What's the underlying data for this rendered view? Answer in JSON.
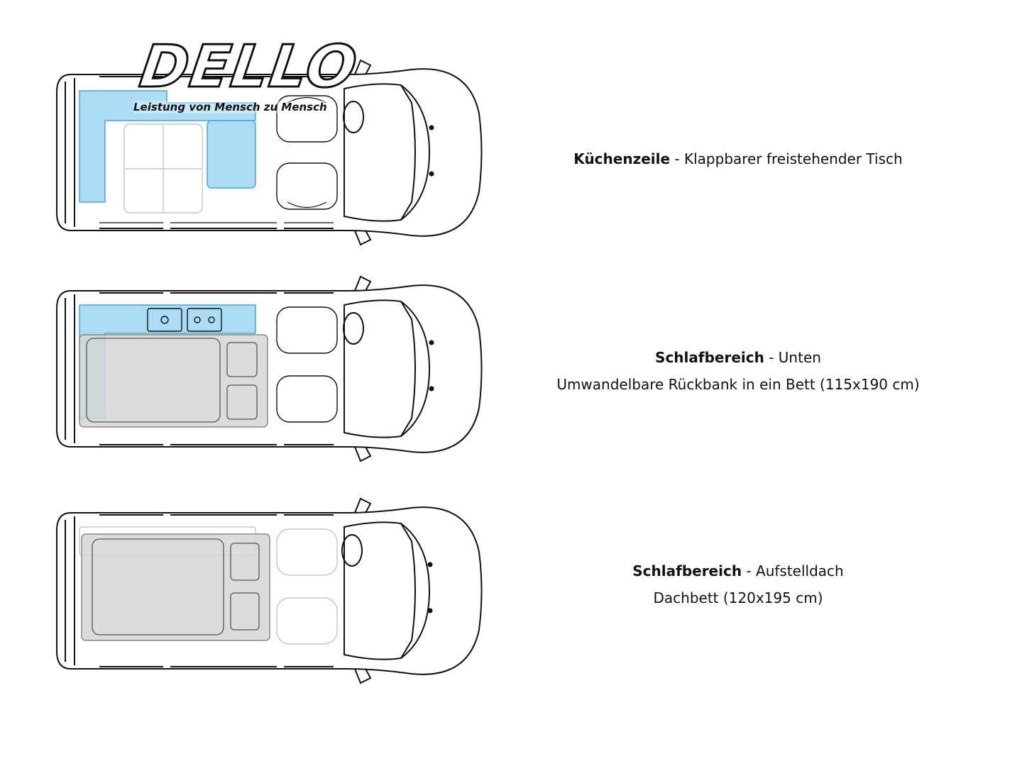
{
  "logo": {
    "name": "DELLO",
    "tagline": "Leistung von Mensch zu Mensch"
  },
  "colors": {
    "kitchen_blue": "#8fd0f0",
    "bed_grey": "#d6d6d6",
    "outline": "#111111"
  },
  "layouts": [
    {
      "title": "Küchenzeile",
      "separator": " - ",
      "subtitle": "Klappbarer freistehender Tisch",
      "detail": ""
    },
    {
      "title": "Schlafbereich",
      "separator": " - ",
      "subtitle": "Unten",
      "detail": "Umwandelbare Rückbank in ein Bett (115x190 cm)"
    },
    {
      "title": "Schlafbereich",
      "separator": " - ",
      "subtitle": "Aufstelldach",
      "detail": "Dachbett (120x195 cm)"
    }
  ]
}
